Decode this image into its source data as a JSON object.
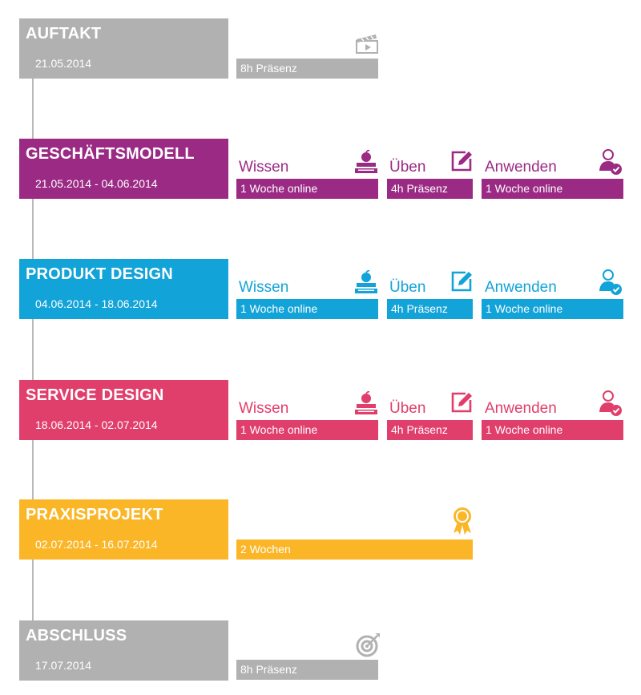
{
  "colors": {
    "gray": "#b1b1b1",
    "purple": "#9b2a84",
    "blue": "#12a3d8",
    "pink": "#e03e6b",
    "orange": "#fbb628"
  },
  "phases": [
    {
      "title": "AUFTAKT",
      "date": "21.05.2014",
      "icon": "clapperboard-icon",
      "bar": "8h Präsenz"
    },
    {
      "title": "GESCHÄFTSMODELL",
      "date": "21.05.2014 - 04.06.2014",
      "segments": [
        {
          "label": "Wissen",
          "icon": "books-apple-icon",
          "bar": "1 Woche online"
        },
        {
          "label": "Üben",
          "icon": "edit-pencil-icon",
          "bar": "4h Präsenz"
        },
        {
          "label": "Anwenden",
          "icon": "user-check-icon",
          "bar": "1 Woche online"
        }
      ]
    },
    {
      "title": "PRODUKT DESIGN",
      "date": "04.06.2014 - 18.06.2014",
      "segments": [
        {
          "label": "Wissen",
          "icon": "books-apple-icon",
          "bar": "1 Woche online"
        },
        {
          "label": "Üben",
          "icon": "edit-pencil-icon",
          "bar": "4h Präsenz"
        },
        {
          "label": "Anwenden",
          "icon": "user-check-icon",
          "bar": "1 Woche online"
        }
      ]
    },
    {
      "title": "SERVICE DESIGN",
      "date": "18.06.2014 - 02.07.2014",
      "segments": [
        {
          "label": "Wissen",
          "icon": "books-apple-icon",
          "bar": "1 Woche online"
        },
        {
          "label": "Üben",
          "icon": "edit-pencil-icon",
          "bar": "4h Präsenz"
        },
        {
          "label": "Anwenden",
          "icon": "user-check-icon",
          "bar": "1 Woche online"
        }
      ]
    },
    {
      "title": "PRAXISPROJEKT",
      "date": "02.07.2014 - 16.07.2014",
      "icon": "award-ribbon-icon",
      "bar": "2 Wochen"
    },
    {
      "title": "ABSCHLUSS",
      "date": "17.07.2014",
      "icon": "target-arrow-icon",
      "bar": "8h Präsenz"
    }
  ]
}
